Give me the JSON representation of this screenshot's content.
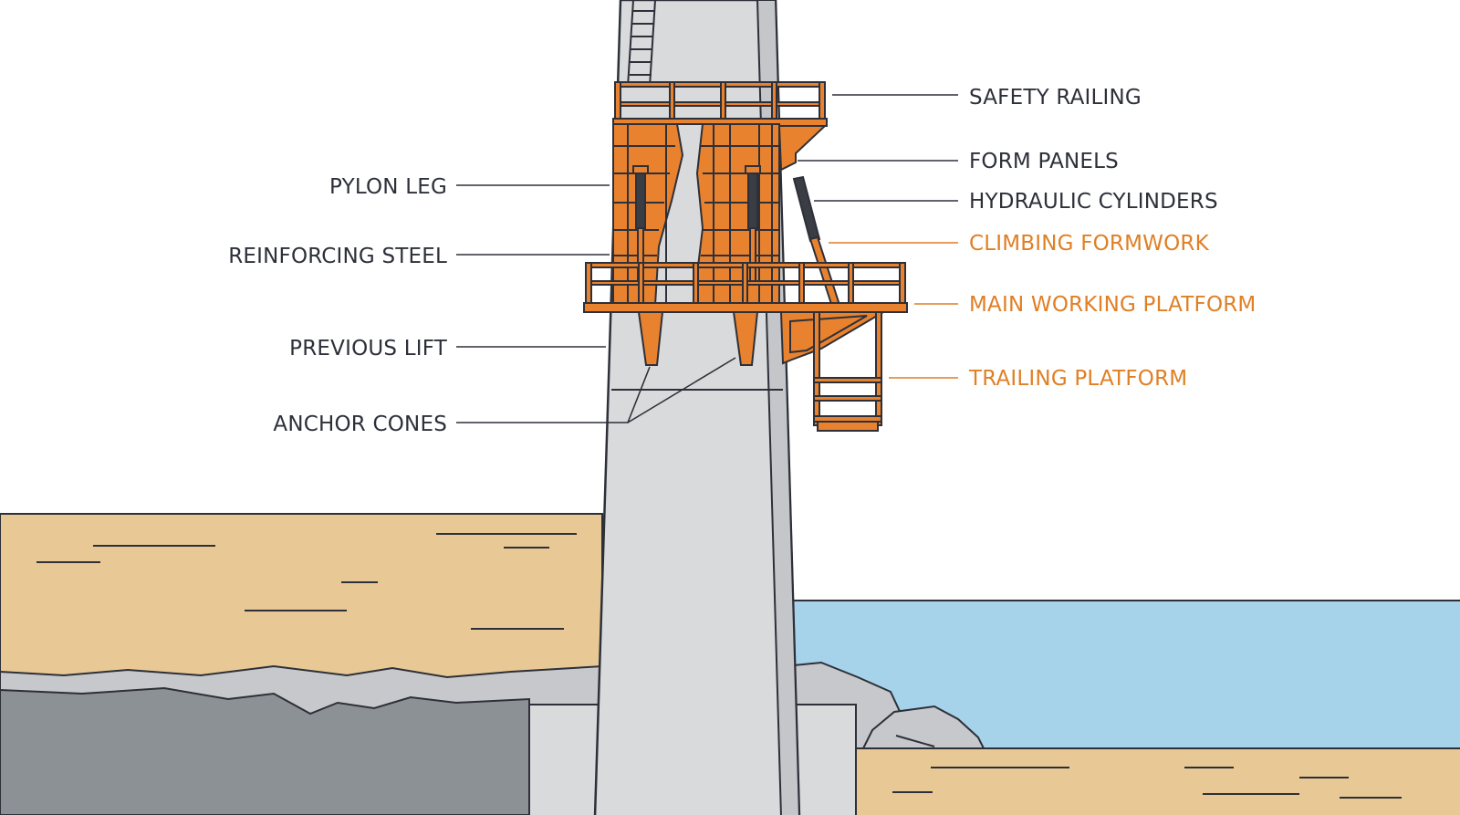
{
  "labels": {
    "safety_railing": "SAFETY RAILING",
    "form_panels": "FORM PANELS",
    "hydraulic_cylinders": "HYDRAULIC CYLINDERS",
    "climbing_formwork": "CLIMBING FORMWORK",
    "main_working_platform": "MAIN WORKING PLATFORM",
    "trailing_platform": "TRAILING PLATFORM",
    "pylon_leg": "PYLON LEG",
    "reinforcing_steel": "REINFORCING STEEL",
    "previous_lift": "PREVIOUS LIFT",
    "anchor_cones": "ANCHOR CONES"
  },
  "colors": {
    "outline": "#2d3039",
    "label_dark": "#2d3039",
    "label_accent": "#e07f24",
    "formwork_orange": "#e9822e",
    "concrete": "#d9dadc",
    "concrete_shade": "#c4c6c9",
    "sand": "#e8c995",
    "water": "#a6d2ea",
    "rock_dark": "#8c9196",
    "rock_light": "#c6c8cb"
  }
}
